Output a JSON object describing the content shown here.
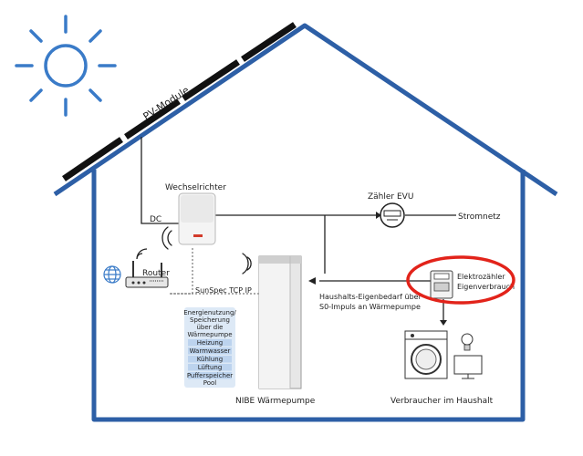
{
  "labels": {
    "pv_module": "PV-Module",
    "inverter": "Wechselrichter",
    "dc": "DC",
    "meter_evu": "Zähler EVU",
    "grid": "Stromnetz",
    "router": "Router",
    "sunspec": "SunSpec TCP IP",
    "elec_meter_line1": "Elektrozähler",
    "elec_meter_line2": "Eigenverbrauch",
    "household_line1": "Haushalts-Eigenbedarf über",
    "household_line2": "S0-Impuls an Wärmepumpe",
    "heat_pump": "NIBE Wärmepumpe",
    "consumers": "Verbraucher im Haushalt"
  },
  "energy_box": {
    "title_lines": [
      "Energienutzung/",
      "Speicherung",
      "über die",
      "Wärmepumpe"
    ],
    "items": [
      "Heizung",
      "Warmwasser",
      "Kühlung",
      "Lüftung",
      "Pufferspeicher",
      "Pool"
    ]
  },
  "colors": {
    "house_outline": "#2d5fa6",
    "sun": "#3a7bc8",
    "highlight": "#e2231a",
    "panel": "#111111",
    "box_bg": "#dde9f6",
    "item_bg": "#bcd3ee"
  }
}
